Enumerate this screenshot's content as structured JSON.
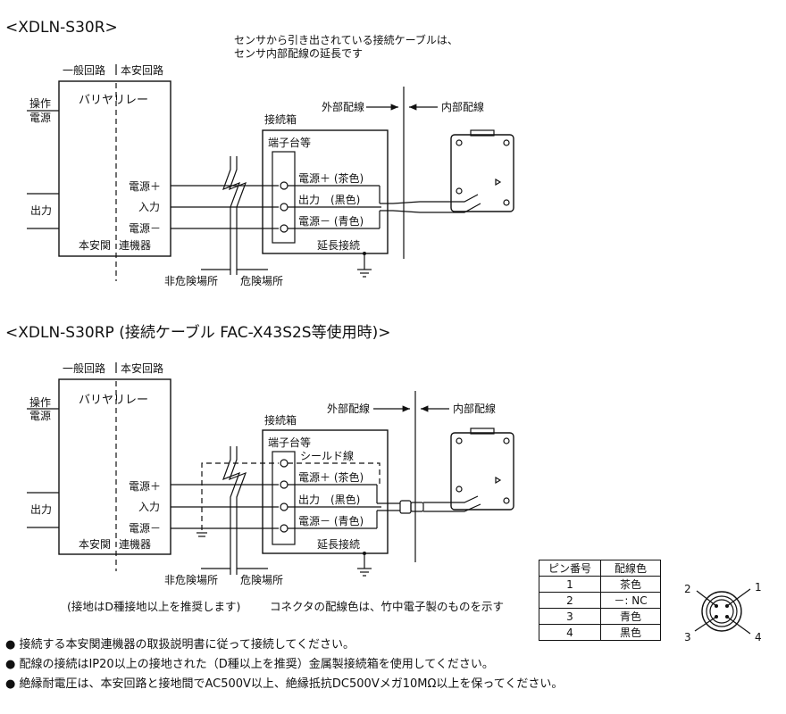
{
  "diagram1": {
    "title": "<XDLN-S30R>",
    "note_line1": "センサから引き出されている接続ケーブルは、",
    "note_line2": "センサ内部配線の延長です",
    "general_circuit": "一般回路",
    "safe_circuit": "本安回路",
    "op_power_1": "操作",
    "op_power_2": "電源",
    "barrier": "バリヤリレー",
    "output": "出力",
    "power_plus": "電源＋",
    "input": "入力",
    "power_minus": "電源－",
    "related_device_1": "本安関",
    "related_device_2": "連機器",
    "external_wiring": "外部配線",
    "internal_wiring": "内部配線",
    "junction_box": "接続箱",
    "terminal_block": "端子台等",
    "wire_brown": "電源＋ (茶色)",
    "wire_black": "出力　(黒色)",
    "wire_blue": "電源－ (青色)",
    "extension": "延長接続",
    "non_hazardous": "非危険場所",
    "hazardous": "危険場所"
  },
  "diagram2": {
    "title": "<XDLN-S30RP (接続ケーブル FAC-X43S2S等使用時)>",
    "general_circuit": "一般回路",
    "safe_circuit": "本安回路",
    "op_power_1": "操作",
    "op_power_2": "電源",
    "barrier": "バリヤリレー",
    "output": "出力",
    "power_plus": "電源＋",
    "input": "入力",
    "power_minus": "電源－",
    "related_device_1": "本安関",
    "related_device_2": "連機器",
    "external_wiring": "外部配線",
    "internal_wiring": "内部配線",
    "junction_box": "接続箱",
    "terminal_block": "端子台等",
    "shield": "シールド線",
    "wire_brown": "電源＋ (茶色)",
    "wire_black": "出力　(黒色)",
    "wire_blue": "電源－ (青色)",
    "extension": "延長接続",
    "non_hazardous": "非危険場所",
    "hazardous": "危険場所",
    "ground_note": "(接地はD種接地以上を推奨します)",
    "connector_note": "コネクタの配線色は、竹中電子製のものを示す"
  },
  "pin_table": {
    "header_pin": "ピン番号",
    "header_color": "配線色",
    "rows": [
      {
        "pin": "1",
        "color": "茶色"
      },
      {
        "pin": "2",
        "color": "－: NC"
      },
      {
        "pin": "3",
        "color": "青色"
      },
      {
        "pin": "4",
        "color": "黒色"
      }
    ]
  },
  "connector_pins": [
    "1",
    "2",
    "3",
    "4"
  ],
  "notes": [
    "● 接続する本安関連機器の取扱説明書に従って接続してください。",
    "● 配線の接続はIP20以上の接地された（D種以上を推奨）金属製接続箱を使用してください。",
    "● 絶縁耐電圧は、本安回路と接地間でAC500V以上、絶縁抵抗DC500Vメガ10MΩ以上を保ってください。"
  ]
}
